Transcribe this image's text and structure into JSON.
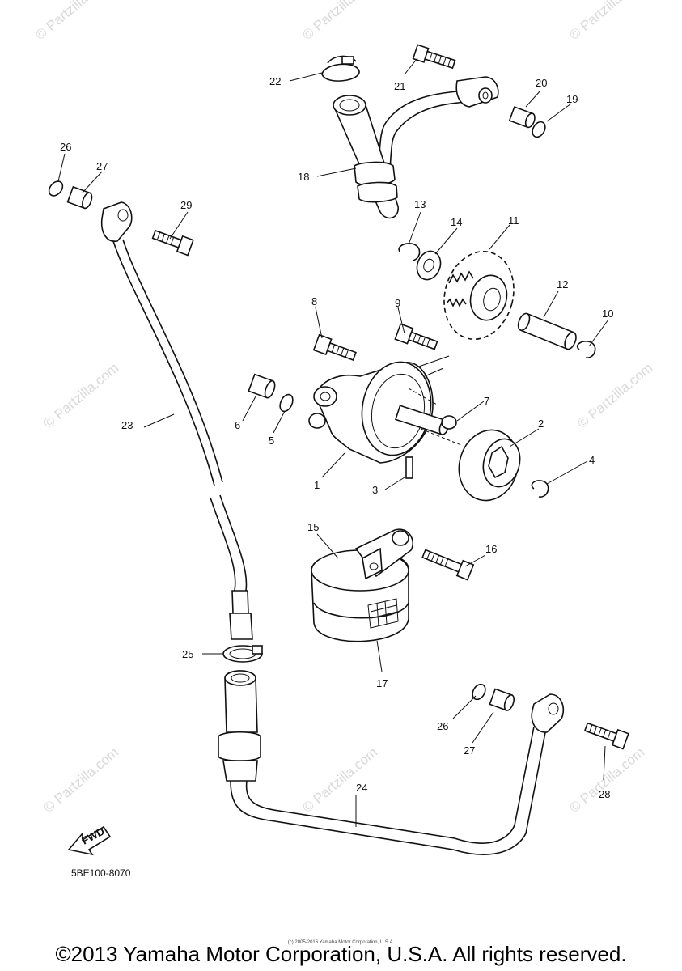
{
  "watermark": "© Partzilla.com",
  "diagram_code": "5BE100-8070",
  "fwd_label": "FWD",
  "small_credit": "(c) 2005-2016 Yamaha Motor Corporation, U.S.A.",
  "copyright": "©2013 Yamaha Motor Corporation, U.S.A. All rights reserved.",
  "callouts": {
    "c1": "1",
    "c2": "2",
    "c3": "3",
    "c4": "4",
    "c5": "5",
    "c6": "6",
    "c7": "7",
    "c8": "8",
    "c9": "9",
    "c10": "10",
    "c11": "11",
    "c12": "12",
    "c13": "13",
    "c14": "14",
    "c15": "15",
    "c16": "16",
    "c17": "17",
    "c18": "18",
    "c19": "19",
    "c20": "20",
    "c21": "21",
    "c22": "22",
    "c23": "23",
    "c24": "24",
    "c25": "25",
    "c26a": "26",
    "c26b": "26",
    "c27a": "27",
    "c27b": "27",
    "c28": "28",
    "c29": "29"
  }
}
